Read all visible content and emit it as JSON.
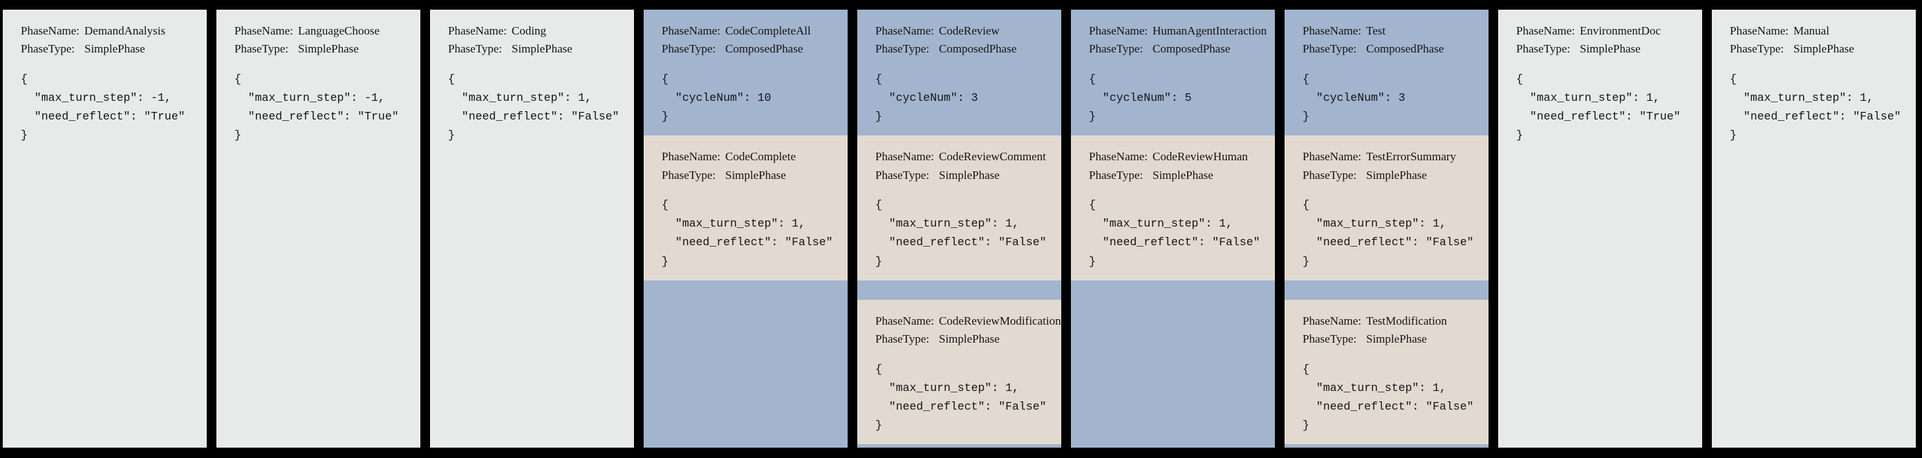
{
  "labels": {
    "phase_name": "PhaseName:",
    "phase_type": "PhaseType:"
  },
  "colors": {
    "background": "#000000",
    "simple_phase": "#e8eaea",
    "composed_phase": "#a3b4ce",
    "sub_phase": "#e2dad1",
    "text": "#141414"
  },
  "columns": [
    {
      "width": 170,
      "kind": "simple",
      "phase_name": "DemandAnalysis",
      "phase_type": "SimplePhase",
      "config": "{\n  \"max_turn_step\": -1,\n  \"need_reflect\": \"True\"\n}",
      "children": []
    },
    {
      "width": 170,
      "kind": "simple",
      "phase_name": "LanguageChoose",
      "phase_type": "SimplePhase",
      "config": "{\n  \"max_turn_step\": -1,\n  \"need_reflect\": \"True\"\n}",
      "children": []
    },
    {
      "width": 170,
      "kind": "simple",
      "phase_name": "Coding",
      "phase_type": "SimplePhase",
      "config": "{\n  \"max_turn_step\": 1,\n  \"need_reflect\": \"False\"\n}",
      "children": []
    },
    {
      "width": 170,
      "kind": "composed",
      "phase_name": "CodeCompleteAll",
      "phase_type": "ComposedPhase",
      "config": "{\n  \"cycleNum\": 10\n}",
      "children": [
        {
          "phase_name": "CodeComplete",
          "phase_type": "SimplePhase",
          "config": "{\n  \"max_turn_step\": 1,\n  \"need_reflect\": \"False\"\n}"
        }
      ]
    },
    {
      "width": 170,
      "kind": "composed",
      "phase_name": "CodeReview",
      "phase_type": "ComposedPhase",
      "config": "{\n  \"cycleNum\": 3\n}",
      "children": [
        {
          "phase_name": "CodeReviewComment",
          "phase_type": "SimplePhase",
          "config": "{\n  \"max_turn_step\": 1,\n  \"need_reflect\": \"False\"\n}"
        },
        {
          "phase_name": "CodeReviewModification",
          "phase_type": "SimplePhase",
          "config": "{\n  \"max_turn_step\": 1,\n  \"need_reflect\": \"False\"\n}"
        }
      ]
    },
    {
      "width": 170,
      "kind": "composed",
      "phase_name": "HumanAgentInteraction",
      "phase_type": "ComposedPhase",
      "config": "{\n  \"cycleNum\": 5\n}",
      "children": [
        {
          "phase_name": "CodeReviewHuman",
          "phase_type": "SimplePhase",
          "config": "{\n  \"max_turn_step\": 1,\n  \"need_reflect\": \"False\"\n}"
        }
      ]
    },
    {
      "width": 170,
      "kind": "composed",
      "phase_name": "Test",
      "phase_type": "ComposedPhase",
      "config": "{\n  \"cycleNum\": 3\n}",
      "children": [
        {
          "phase_name": "TestErrorSummary",
          "phase_type": "SimplePhase",
          "config": "{\n  \"max_turn_step\": 1,\n  \"need_reflect\": \"False\"\n}"
        },
        {
          "phase_name": "TestModification",
          "phase_type": "SimplePhase",
          "config": "{\n  \"max_turn_step\": 1,\n  \"need_reflect\": \"False\"\n}"
        }
      ]
    },
    {
      "width": 170,
      "kind": "simple",
      "phase_name": "EnvironmentDoc",
      "phase_type": "SimplePhase",
      "config": "{\n  \"max_turn_step\": 1,\n  \"need_reflect\": \"True\"\n}",
      "children": []
    },
    {
      "width": 170,
      "kind": "simple",
      "phase_name": "Manual",
      "phase_type": "SimplePhase",
      "config": "{\n  \"max_turn_step\": 1,\n  \"need_reflect\": \"False\"\n}",
      "children": []
    }
  ]
}
